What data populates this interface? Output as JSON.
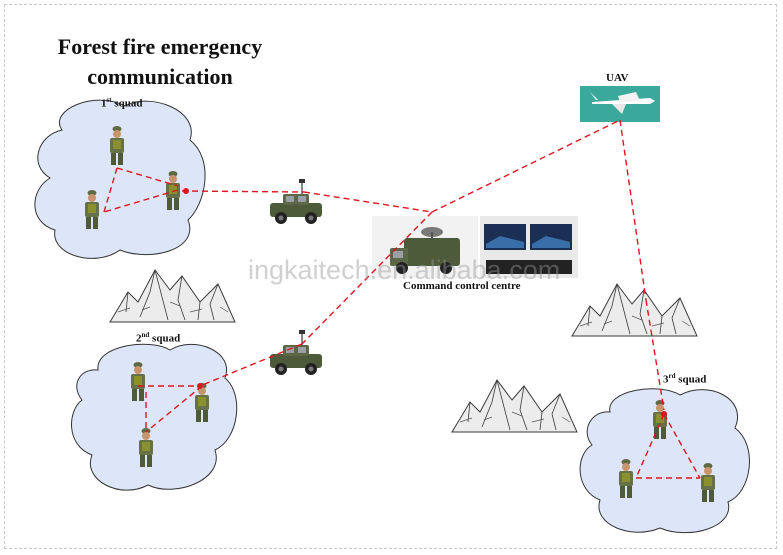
{
  "title": {
    "line1": "Forest fire emergency",
    "line2": "communication"
  },
  "squads": [
    {
      "num": "1",
      "sup": "st",
      "word": "squad"
    },
    {
      "num": "2",
      "sup": "nd",
      "word": "squad"
    },
    {
      "num": "3",
      "sup": "rd",
      "word": "squad"
    }
  ],
  "uav_label": "UAV",
  "command_label": "Command control centre",
  "watermark": "ingkaitech.en.alibaba.com",
  "colors": {
    "link": "#e0141e",
    "cloud_fill": "#dde6f8",
    "cloud_stroke": "#333333",
    "uav_panel": "#3aa89a",
    "vehicle": "#4e5b3a"
  }
}
